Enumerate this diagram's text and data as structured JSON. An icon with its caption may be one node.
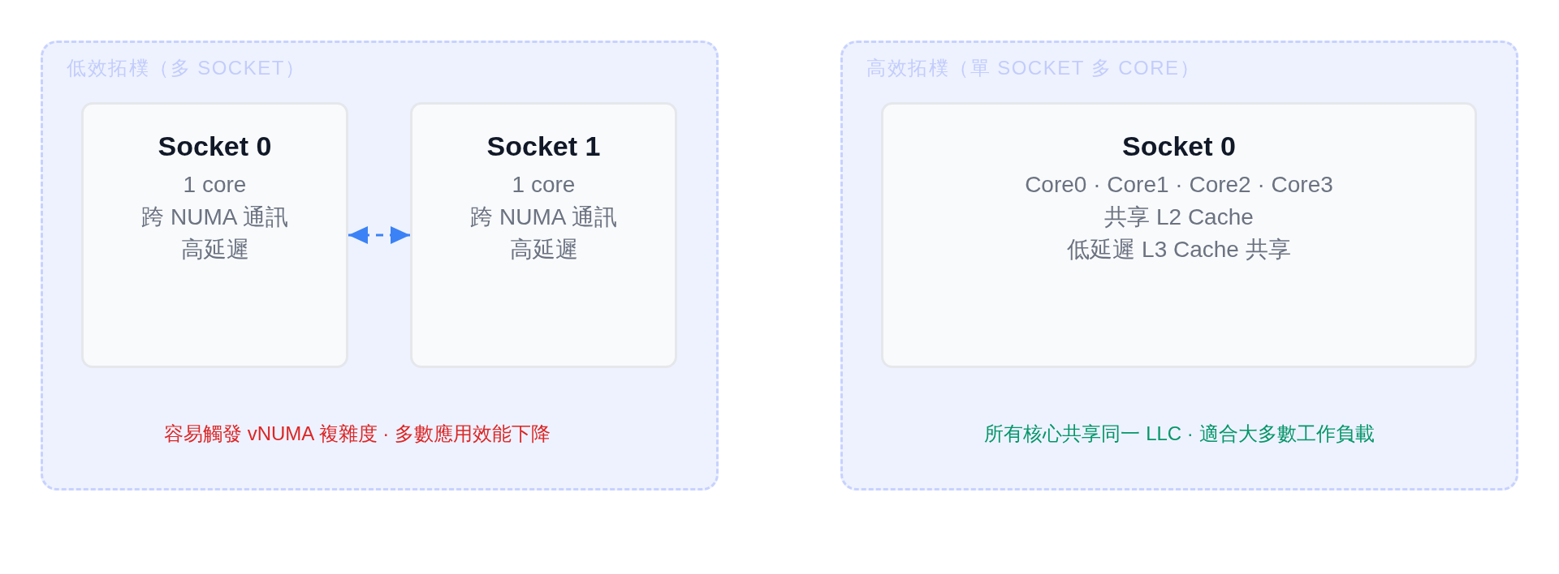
{
  "diagram": {
    "nodes": [
      {
        "text": [
          "低效拓樸（多 SOCKET）",
          "容易觸發 vNUMA 複雜度 · 多數應用效能下降"
        ]
      },
      {
        "text": [
          "Socket 0",
          "1 core",
          "跨 NUMA 通訊",
          "高延遲"
        ],
        "in": 0
      },
      {
        "text": [
          "Socket 1",
          "1 core",
          "跨 NUMA 通訊",
          "高延遲"
        ],
        "in": 0
      },
      {
        "text": [
          "高效拓樸（單 SOCKET 多 CORE）",
          "所有核心共享同一 LLC · 適合大多數工作負載"
        ]
      },
      {
        "text": [
          "Socket 0",
          "Core0 · Core1 · Core2 · Core3",
          "共享 L2 Cache",
          "低延遲 L3 Cache 共享"
        ],
        "in": 3
      }
    ],
    "edges": [
      {
        "from": 1,
        "to": 2,
        "arrow": "both",
        "style": "dashed",
        "color": "#3b82f6"
      }
    ]
  }
}
